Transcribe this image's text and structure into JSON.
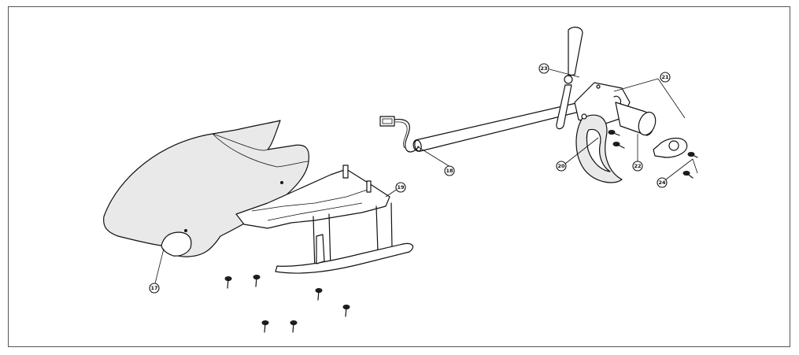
{
  "callouts": {
    "c17": "17",
    "c18": "18",
    "c19": "19",
    "c20": "20",
    "c21": "21",
    "c22": "22",
    "c23": "23",
    "c24": "24"
  },
  "colors": {
    "line": "#111111",
    "frame": "#555555",
    "shade": "#e9e9e9"
  }
}
